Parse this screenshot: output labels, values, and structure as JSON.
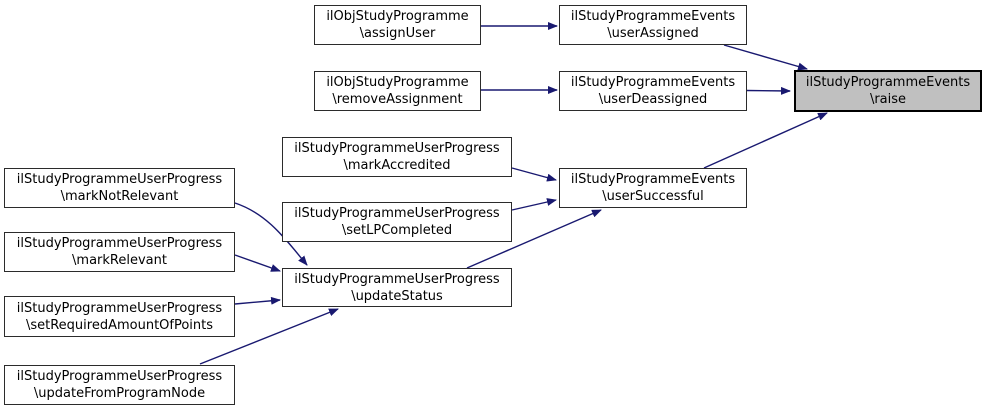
{
  "diagram": {
    "type": "call-graph",
    "highlighted_node": "ilStudyProgrammeEvents\\raise",
    "nodes": [
      {
        "id": "assignUser",
        "line1": "ilObjStudyProgramme",
        "line2": "\\assignUser",
        "highlighted": false
      },
      {
        "id": "userAssigned",
        "line1": "ilStudyProgrammeEvents",
        "line2": "\\userAssigned",
        "highlighted": false
      },
      {
        "id": "removeAssignment",
        "line1": "ilObjStudyProgramme",
        "line2": "\\removeAssignment",
        "highlighted": false
      },
      {
        "id": "userDeassigned",
        "line1": "ilStudyProgrammeEvents",
        "line2": "\\userDeassigned",
        "highlighted": false
      },
      {
        "id": "raise",
        "line1": "ilStudyProgrammeEvents",
        "line2": "\\raise",
        "highlighted": true
      },
      {
        "id": "markAccredited",
        "line1": "ilStudyProgrammeUserProgress",
        "line2": "\\markAccredited",
        "highlighted": false
      },
      {
        "id": "setLPCompleted",
        "line1": "ilStudyProgrammeUserProgress",
        "line2": "\\setLPCompleted",
        "highlighted": false
      },
      {
        "id": "userSuccessful",
        "line1": "ilStudyProgrammeEvents",
        "line2": "\\userSuccessful",
        "highlighted": false
      },
      {
        "id": "markNotRelevant",
        "line1": "ilStudyProgrammeUserProgress",
        "line2": "\\markNotRelevant",
        "highlighted": false
      },
      {
        "id": "markRelevant",
        "line1": "ilStudyProgrammeUserProgress",
        "line2": "\\markRelevant",
        "highlighted": false
      },
      {
        "id": "setRequiredAmountOfPoints",
        "line1": "ilStudyProgrammeUserProgress",
        "line2": "\\setRequiredAmountOfPoints",
        "highlighted": false
      },
      {
        "id": "updateStatus",
        "line1": "ilStudyProgrammeUserProgress",
        "line2": "\\updateStatus",
        "highlighted": false
      },
      {
        "id": "updateFromProgramNode",
        "line1": "ilStudyProgrammeUserProgress",
        "line2": "\\updateFromProgramNode",
        "highlighted": false
      }
    ],
    "edges": [
      {
        "from": "assignUser",
        "to": "userAssigned"
      },
      {
        "from": "removeAssignment",
        "to": "userDeassigned"
      },
      {
        "from": "userAssigned",
        "to": "raise"
      },
      {
        "from": "userDeassigned",
        "to": "raise"
      },
      {
        "from": "userSuccessful",
        "to": "raise"
      },
      {
        "from": "markAccredited",
        "to": "userSuccessful"
      },
      {
        "from": "setLPCompleted",
        "to": "userSuccessful"
      },
      {
        "from": "updateStatus",
        "to": "userSuccessful"
      },
      {
        "from": "markNotRelevant",
        "to": "updateStatus"
      },
      {
        "from": "markRelevant",
        "to": "updateStatus"
      },
      {
        "from": "setRequiredAmountOfPoints",
        "to": "updateStatus"
      },
      {
        "from": "updateFromProgramNode",
        "to": "updateStatus"
      }
    ],
    "colors": {
      "edge": "#191970",
      "node_fill": "#ffffff",
      "node_border": "#2b2b2b",
      "highlight_fill": "#c0c0c0",
      "text": "#000000"
    }
  }
}
